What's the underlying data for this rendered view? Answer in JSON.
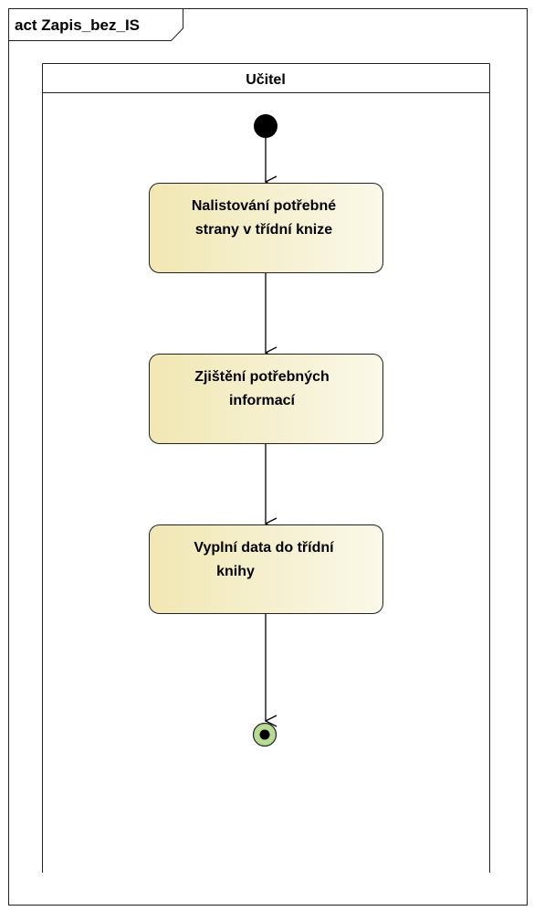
{
  "diagram": {
    "frame_title": "act Zapis_bez_IS",
    "swimlane": {
      "title": "Učitel"
    },
    "actions": [
      {
        "lines": [
          "Nalistování potřebné",
          "strany v třídní knize"
        ]
      },
      {
        "lines": [
          "Zjištění potřebných",
          "informací"
        ]
      },
      {
        "lines": [
          "Vyplní data do třídní",
          "knihy"
        ]
      }
    ],
    "colors": {
      "action_fill_start": "#f1e7b3",
      "action_fill_end": "#faf8e9",
      "final_node_ring": "#b6dc94",
      "line": "#000000"
    }
  }
}
